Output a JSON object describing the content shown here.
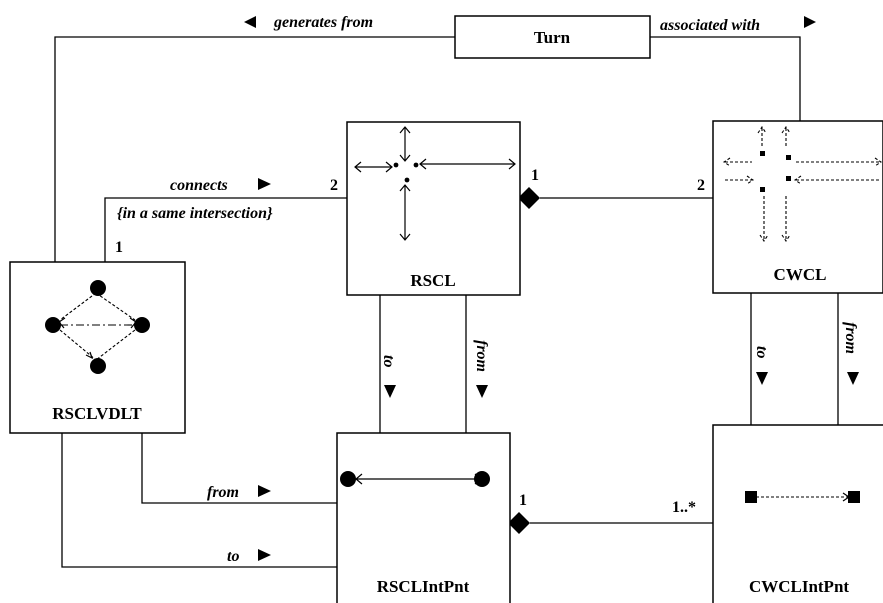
{
  "classes": {
    "turn": "Turn",
    "rscl": "RSCL",
    "cwcl": "CWCL",
    "rsclvdlt": "RSCLVDLT",
    "rsclintpnt": "RSCLIntPnt",
    "cwclintpnt": "CWCLIntPnt"
  },
  "associations": {
    "generates_from": "generates from",
    "associated_with": "associated with",
    "connects": "connects",
    "constraint": "{in a same intersection}",
    "rscl_to": "to",
    "rscl_from": "from",
    "cwcl_to": "to",
    "cwcl_from": "from",
    "vdlt_from": "from",
    "vdlt_to": "to"
  },
  "multiplicities": {
    "connects_vdlt": "1",
    "connects_rscl": "2",
    "rscl_cwcl_rscl_side": "1",
    "rscl_cwcl_cwcl_side": "2",
    "intpnt_rscl_side": "1",
    "intpnt_cwcl_side": "1..*"
  }
}
